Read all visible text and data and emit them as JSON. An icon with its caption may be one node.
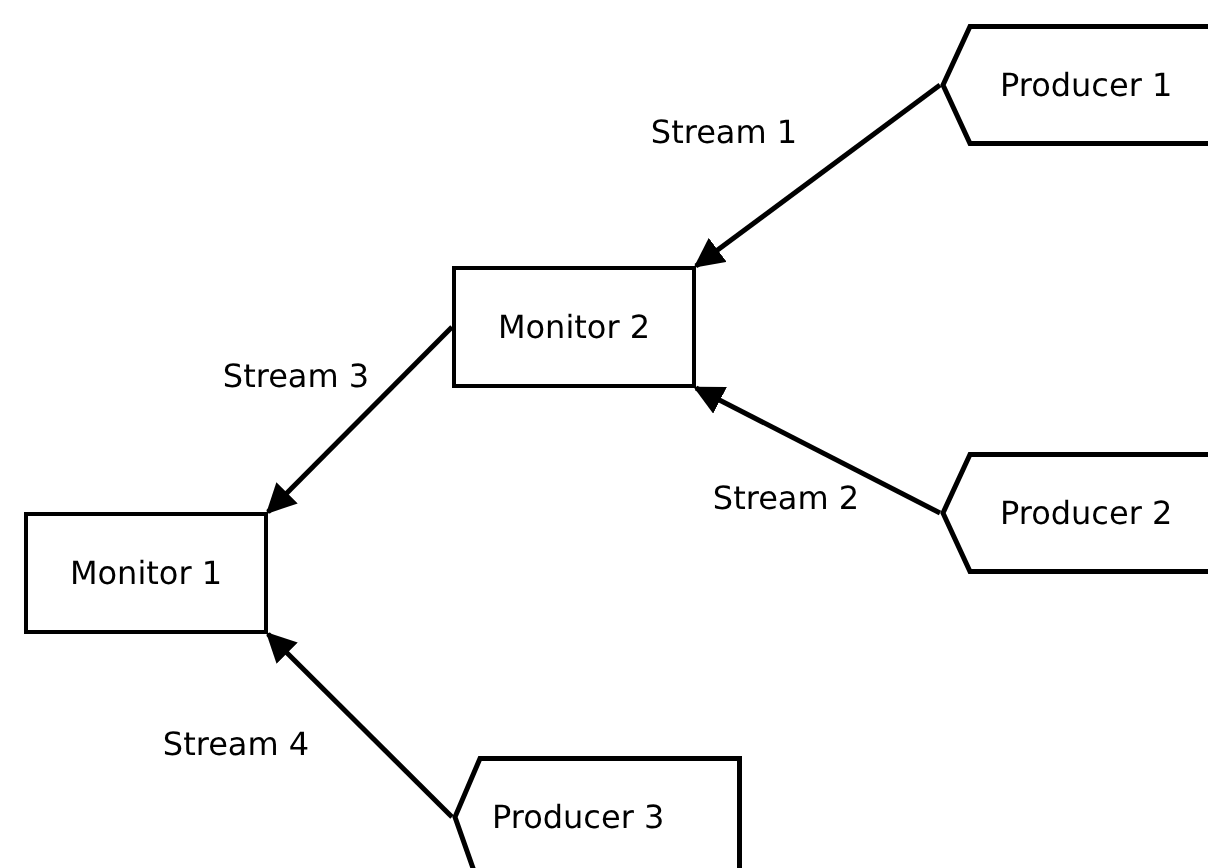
{
  "diagram": {
    "nodes": [
      {
        "text": [
          "Producer 1"
        ]
      },
      {
        "text": [
          "Monitor 2"
        ]
      },
      {
        "text": [
          "Producer 2"
        ]
      },
      {
        "text": [
          "Monitor 1"
        ]
      },
      {
        "text": [
          "Producer 3"
        ]
      }
    ],
    "edges": [
      {
        "from": 0,
        "to": 1,
        "arrow": "to",
        "label": "Stream 1"
      },
      {
        "from": 2,
        "to": 1,
        "arrow": "to",
        "label": "Stream 2"
      },
      {
        "from": 1,
        "to": 3,
        "arrow": "to",
        "label": "Stream 3"
      },
      {
        "from": 4,
        "to": 3,
        "arrow": "to",
        "label": "Stream 4"
      }
    ]
  }
}
